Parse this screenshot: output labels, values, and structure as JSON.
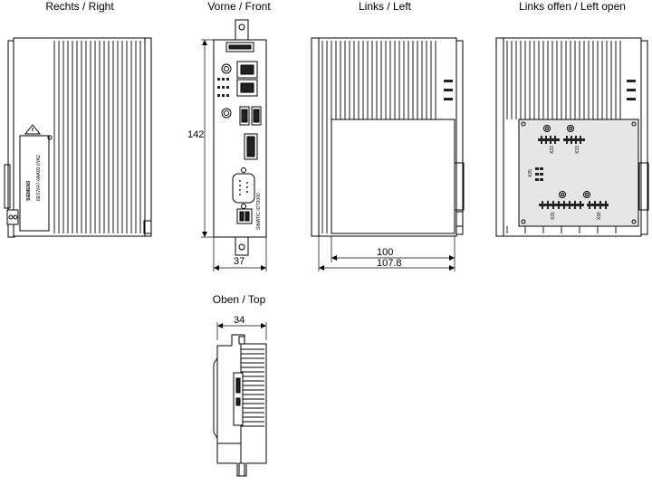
{
  "views": {
    "right": "Rechts / Right",
    "front": "Vorne / Front",
    "left": "Links / Left",
    "left_open": "Links offen / Left open",
    "top": "Oben / Top"
  },
  "dimensions": {
    "front_height": "142",
    "front_width": "37",
    "left_depth_inner": "100",
    "left_depth_outer": "107.8",
    "top_width": "34"
  },
  "labels": {
    "brand": "SIEMENS",
    "order_number": "6ES7647-0AA00-0YA2",
    "product": "SIMATIC IOT2000",
    "x21": "X21",
    "x22": "X22",
    "x23": "X23",
    "x25": "X25",
    "x26": "X26"
  },
  "colors": {
    "line": "#000000",
    "body_fill": "#ffffff",
    "panel_fill": "#e6e6e6",
    "dark": "#222222"
  }
}
